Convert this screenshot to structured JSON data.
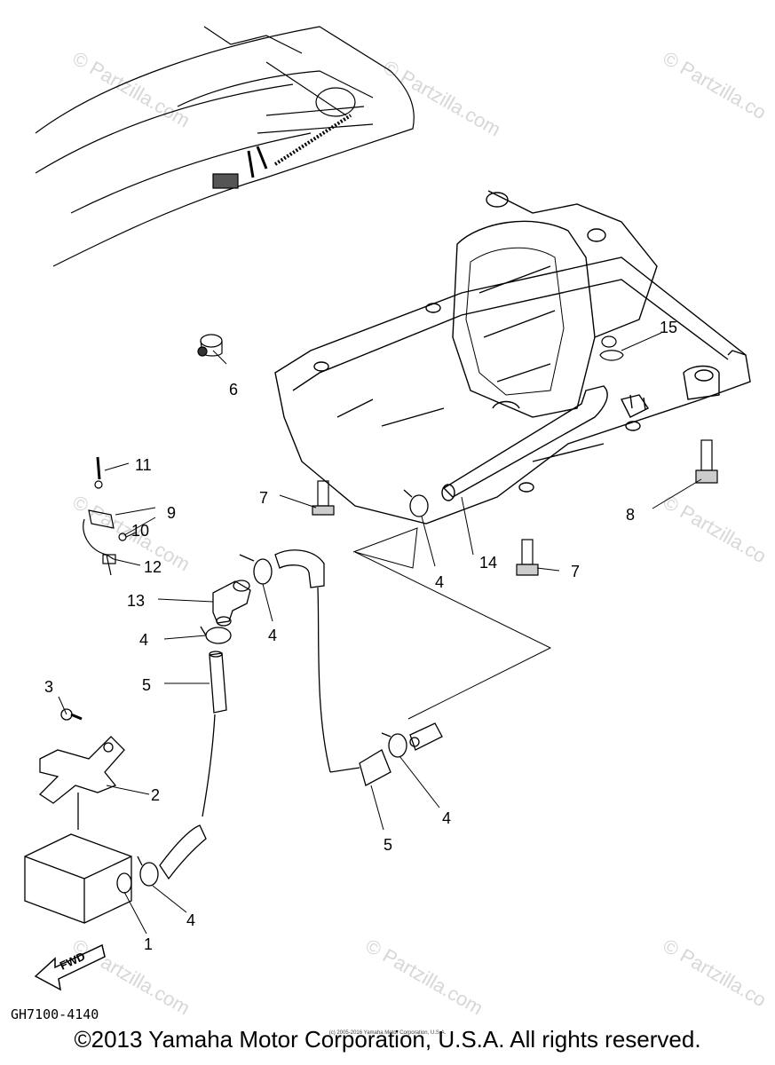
{
  "watermark": "© Partzilla.com",
  "watermark_partial": "© Partzilla.co",
  "diagram_code": "GH7100-4140",
  "fwd_label": "FWD",
  "callouts": {
    "c1": "1",
    "c2": "2",
    "c3": "3",
    "c4a": "4",
    "c4b": "4",
    "c4c": "4",
    "c4d": "4",
    "c4e": "4",
    "c5a": "5",
    "c5b": "5",
    "c6": "6",
    "c7a": "7",
    "c7b": "7",
    "c8": "8",
    "c9": "9",
    "c10": "10",
    "c11": "11",
    "c12": "12",
    "c13": "13",
    "c14": "14",
    "c15": "15"
  },
  "footer": {
    "tiny_notice": "(c) 2005-2016 Yamaha Motor Corporation, U.S.A.",
    "copyright": "©2013 Yamaha Motor Corporation, U.S.A. All rights reserved."
  }
}
